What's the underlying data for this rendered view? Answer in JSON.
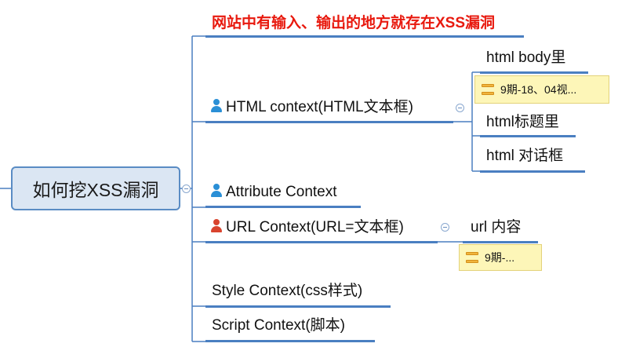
{
  "root": {
    "label": "如何挖XSS漏洞"
  },
  "branches": [
    {
      "label": "网站中有输入、输出的地方就存在XSS漏洞",
      "color": "#e8190e"
    },
    {
      "label": "HTML context(HTML文本框)",
      "icon": "person-icon",
      "icon_color": "#2a8fd6",
      "children": [
        {
          "label": "html body里"
        },
        {
          "label": "html标题里"
        },
        {
          "label": "html 对话框"
        }
      ],
      "note": {
        "text": "9期-18、04视...",
        "icon": "note-icon"
      }
    },
    {
      "label": "Attribute Context",
      "icon": "person-icon",
      "icon_color": "#2a8fd6"
    },
    {
      "label": "URL Context(URL=文本框)",
      "icon": "person-icon",
      "icon_color": "#d9442e",
      "children": [
        {
          "label": "url 内容"
        }
      ],
      "note": {
        "text": "9期-...",
        "icon": "note-icon"
      }
    },
    {
      "label": "Style Context(css样式)"
    },
    {
      "label": "Script Context(脚本)"
    }
  ],
  "colors": {
    "line": "#4a7fc1",
    "root_fill": "#dbe6f3",
    "note_fill": "#fdf6b8"
  }
}
